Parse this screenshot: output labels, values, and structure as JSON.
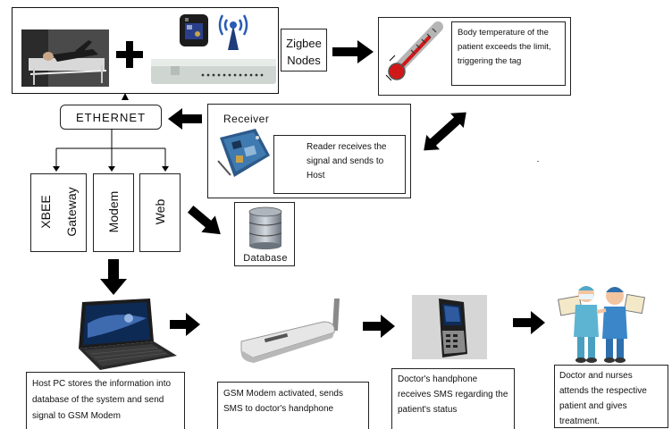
{
  "top": {
    "zigbee_label_line1": "Zigbee",
    "zigbee_label_line2": "Nodes",
    "temperature_note": "Body temperature of the patient exceeds the limit, triggering the tag"
  },
  "network": {
    "ethernet_label": "ETHERNET",
    "receiver_label": "Receiver",
    "receiver_note": "Reader receives the signal and sends to Host",
    "xbee_label_line1": "XBEE",
    "xbee_label_line2": "Gateway",
    "modem_label": "Modem",
    "web_label": "Web",
    "database_label": "Database"
  },
  "bottom": {
    "host_pc_note": "Host PC stores the information into database of the system and send signal to GSM Modem",
    "gsm_modem_note": "GSM Modem activated, sends SMS to doctor's handphone",
    "handphone_note": "Doctor's handphone receives SMS regarding the patient's status",
    "doctor_note": "Doctor and nurses attends the respective patient and gives treatment."
  }
}
